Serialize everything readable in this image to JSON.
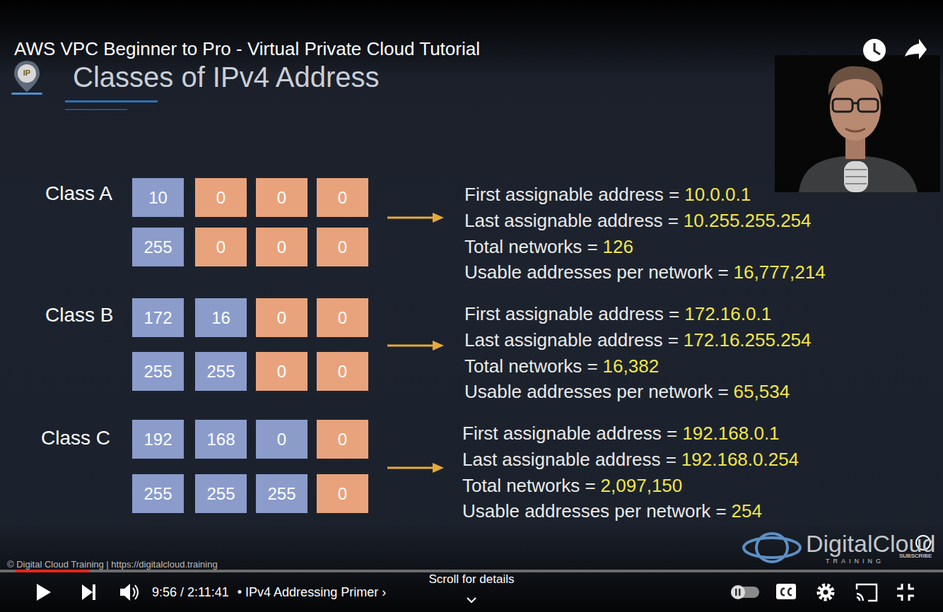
{
  "diagram": {
    "title": "Classes of IPv4 Address",
    "nodes": [
      {
        "text": [
          "10"
        ]
      },
      {
        "text": [
          "0"
        ]
      },
      {
        "text": [
          "0"
        ]
      },
      {
        "text": [
          "0"
        ]
      },
      {
        "text": [
          "255"
        ]
      },
      {
        "text": [
          "0"
        ]
      },
      {
        "text": [
          "0"
        ]
      },
      {
        "text": [
          "0"
        ]
      },
      {
        "text": [
          "172"
        ]
      },
      {
        "text": [
          "16"
        ]
      },
      {
        "text": [
          "0"
        ]
      },
      {
        "text": [
          "0"
        ]
      },
      {
        "text": [
          "255"
        ]
      },
      {
        "text": [
          "255"
        ]
      },
      {
        "text": [
          "0"
        ]
      },
      {
        "text": [
          "0"
        ]
      },
      {
        "text": [
          "192"
        ]
      },
      {
        "text": [
          "168"
        ]
      },
      {
        "text": [
          "0"
        ]
      },
      {
        "text": [
          "0"
        ]
      },
      {
        "text": [
          "255"
        ]
      },
      {
        "text": [
          "255"
        ]
      },
      {
        "text": [
          "255"
        ]
      },
      {
        "text": [
          "0"
        ]
      }
    ],
    "labels": [
      "AWS VPC Beginner to Pro - Virtual Private Cloud Tutorial",
      "Class A",
      "First assignable address =",
      "10.0.0.1",
      "Last assignable address =",
      "10.255.255.254",
      "Total networks =",
      "126",
      "Usable addresses per network =",
      "16,777,214",
      "Class B",
      "First assignable address =",
      "172.16.0.1",
      "Last assignable address =",
      "172.16.255.254",
      "Total networks =",
      "16,382",
      "Usable addresses per network =",
      "65,534",
      "Class C",
      "First assignable address =",
      "192.168.0.1",
      "Last assignable address =",
      "192.168.0.254",
      "Total networks =",
      "2,097,150",
      "Usable addresses per network =",
      "254",
      "IP",
      "© Digital Cloud Training  |  https://digitalcloud.training",
      "DigitalCloud",
      "TRAINING",
      "SUBSCRIBE",
      "9:56 / 2:11:41",
      "• IPv4 Addressing Primer ›",
      "Scroll for details"
    ]
  }
}
